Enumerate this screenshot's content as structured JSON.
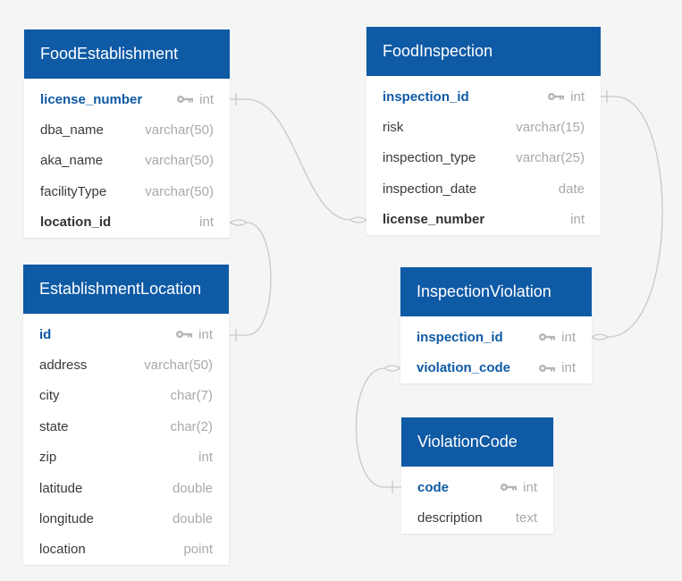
{
  "tables": [
    {
      "name": "FoodEstablishment",
      "columns": [
        {
          "name": "license_number",
          "type": "int",
          "key": "pk"
        },
        {
          "name": "dba_name",
          "type": "varchar(50)",
          "key": ""
        },
        {
          "name": "aka_name",
          "type": "varchar(50)",
          "key": ""
        },
        {
          "name": "facilityType",
          "type": "varchar(50)",
          "key": ""
        },
        {
          "name": "location_id",
          "type": "int",
          "key": "fk"
        }
      ]
    },
    {
      "name": "EstablishmentLocation",
      "columns": [
        {
          "name": "id",
          "type": "int",
          "key": "pk"
        },
        {
          "name": "address",
          "type": "varchar(50)",
          "key": ""
        },
        {
          "name": "city",
          "type": "char(7)",
          "key": ""
        },
        {
          "name": "state",
          "type": "char(2)",
          "key": ""
        },
        {
          "name": "zip",
          "type": "int",
          "key": ""
        },
        {
          "name": "latitude",
          "type": "double",
          "key": ""
        },
        {
          "name": "longitude",
          "type": "double",
          "key": ""
        },
        {
          "name": "location",
          "type": "point",
          "key": ""
        }
      ]
    },
    {
      "name": "FoodInspection",
      "columns": [
        {
          "name": "inspection_id",
          "type": "int",
          "key": "pk"
        },
        {
          "name": "risk",
          "type": "varchar(15)",
          "key": ""
        },
        {
          "name": "inspection_type",
          "type": "varchar(25)",
          "key": ""
        },
        {
          "name": "inspection_date",
          "type": "date",
          "key": ""
        },
        {
          "name": "license_number",
          "type": "int",
          "key": "fk"
        }
      ]
    },
    {
      "name": "InspectionViolation",
      "columns": [
        {
          "name": "inspection_id",
          "type": "int",
          "key": "pk"
        },
        {
          "name": "violation_code",
          "type": "int",
          "key": "pk"
        }
      ]
    },
    {
      "name": "ViolationCode",
      "columns": [
        {
          "name": "code",
          "type": "int",
          "key": "pk"
        },
        {
          "name": "description",
          "type": "text",
          "key": ""
        }
      ]
    }
  ],
  "colors": {
    "header": "#0f5aa5",
    "background": "#f4f5f5",
    "connector": "#c8c8c8",
    "type_text": "#a9a9a9"
  }
}
